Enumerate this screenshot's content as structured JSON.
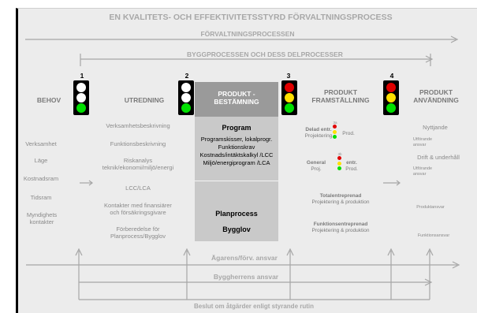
{
  "title": "EN KVALITETS- OCH EFFEKTIVITETSSTYRD FÖRVALTNINGSPROCESS",
  "forvaltningsprocessen": "FÖRVALTNINGSPROCESSEN",
  "byggprocessen": "BYGGPROCESSEN OCH DESS DELPROCESSER",
  "lights": [
    {
      "number": "1",
      "colors": [
        "#ffffff",
        "#ffffff",
        "#00e000"
      ]
    },
    {
      "number": "2",
      "colors": [
        "#ffffff",
        "#ffffff",
        "#00e000"
      ]
    },
    {
      "number": "3",
      "colors": [
        "#e00000",
        "#ffe000",
        "#00e000"
      ]
    },
    {
      "number": "4",
      "colors": [
        "#e00000",
        "#ffe000",
        "#00e000"
      ]
    }
  ],
  "phases": {
    "behov": "BEHOV",
    "utredning": "UTREDNING",
    "produktbestamning_1": "PRODUKT -",
    "produktbestamning_2": "BESTÄMNING",
    "framstallning_1": "PRODUKT",
    "framstallning_2": "FRAMSTÄLLNING",
    "anvandning_1": "PRODUKT",
    "anvandning_2": "ANVÄNDNING"
  },
  "behov": [
    "Verksamhet",
    "Läge",
    "Kostnadsram",
    "Tidsram",
    "Myndighets",
    "kontakter"
  ],
  "utredning": [
    "Verksamhetsbeskrivning",
    "Funktionsbeskrivning",
    "Riskanalys",
    "teknik/ekonomi/miljö/energi",
    "LCC/LCA",
    "Kontakter med finansiärer",
    "och försäkringsgivare",
    "Förberedelse för",
    "Planprocess/Bygglov"
  ],
  "bestamning": {
    "program": "Program",
    "items": [
      "Programskisser, lokalprogr.",
      "Funktionskrav",
      "Kostnads/intäktskalkyl /LCC",
      "Miljö/energiprogram /LCA"
    ],
    "planprocess": "Planprocess",
    "bygglov": "Bygglov"
  },
  "framstallning": {
    "delad_1": "Delad entr.",
    "delad_2": "Projektering",
    "general_1": "General",
    "general_2": "Proj.",
    "entr": "entr.",
    "prod": "Prod.",
    "mini_3a": "3a",
    "mini_3b": "3b",
    "total_1": "Totalentreprenad",
    "total_2": "Projektering & produktion",
    "funktion_1": "Funktionsentreprenad",
    "funktion_2": "Projektering & produktion"
  },
  "anvandning": [
    "Nyttjande",
    "Utförande",
    "ansvar",
    "Drift & underhåll",
    "Utförande",
    "ansvar",
    "Produktansvar",
    "Funktionsansvar"
  ],
  "bottom": {
    "agarens": "Ägarens/förv. ansvar",
    "byggherrens": "Byggherrens ansvar",
    "beslut": "Beslut om åtgärder enligt styrande rutin"
  }
}
